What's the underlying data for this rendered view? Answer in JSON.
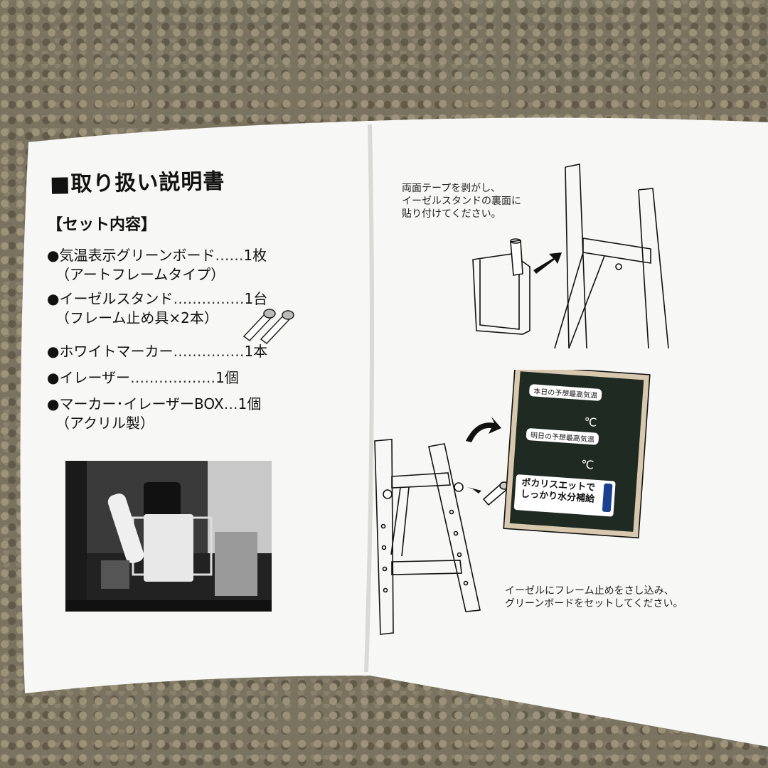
{
  "manual": {
    "title": "■取り扱い説明書",
    "set_contents_heading": "【セット内容】",
    "items": [
      {
        "bullet": "●",
        "name": "気温表示グリーンボード",
        "dots": "……",
        "qty": "1枚"
      },
      {
        "bullet": "●",
        "name": "イーゼルスタンド",
        "dots": "……………",
        "qty": "1台"
      },
      {
        "bullet": "●",
        "name": "ホワイトマーカー",
        "dots": "……………",
        "qty": "1本"
      },
      {
        "bullet": "●",
        "name": "イレーザー",
        "dots": "………………",
        "qty": "1個"
      },
      {
        "bullet": "●",
        "name": "マーカー･イレーザーBOX",
        "dots": "…",
        "qty": "1個"
      }
    ],
    "subs": {
      "board_type": "（アートフレームタイプ）",
      "frame_stopper": "（フレーム止め具×2本）",
      "box_material": "（アクリル製）"
    }
  },
  "instructions": {
    "step1": [
      "両面テープを剥がし、",
      "イーゼルスタンドの裏面に",
      "貼り付けてください。"
    ],
    "step2": [
      "イーゼルにフレーム止めをさし込み、",
      "グリーンボードをセットしてください。"
    ]
  },
  "board": {
    "today_label": "本日の予想最高気温",
    "tomorrow_label": "明日の予想最高気温",
    "unit": "℃",
    "ad_line1": "ポカリスエットで",
    "ad_line2": "しっかり水分補給",
    "board_color": "#1f2a22",
    "frame_color": "#c9b79a"
  }
}
